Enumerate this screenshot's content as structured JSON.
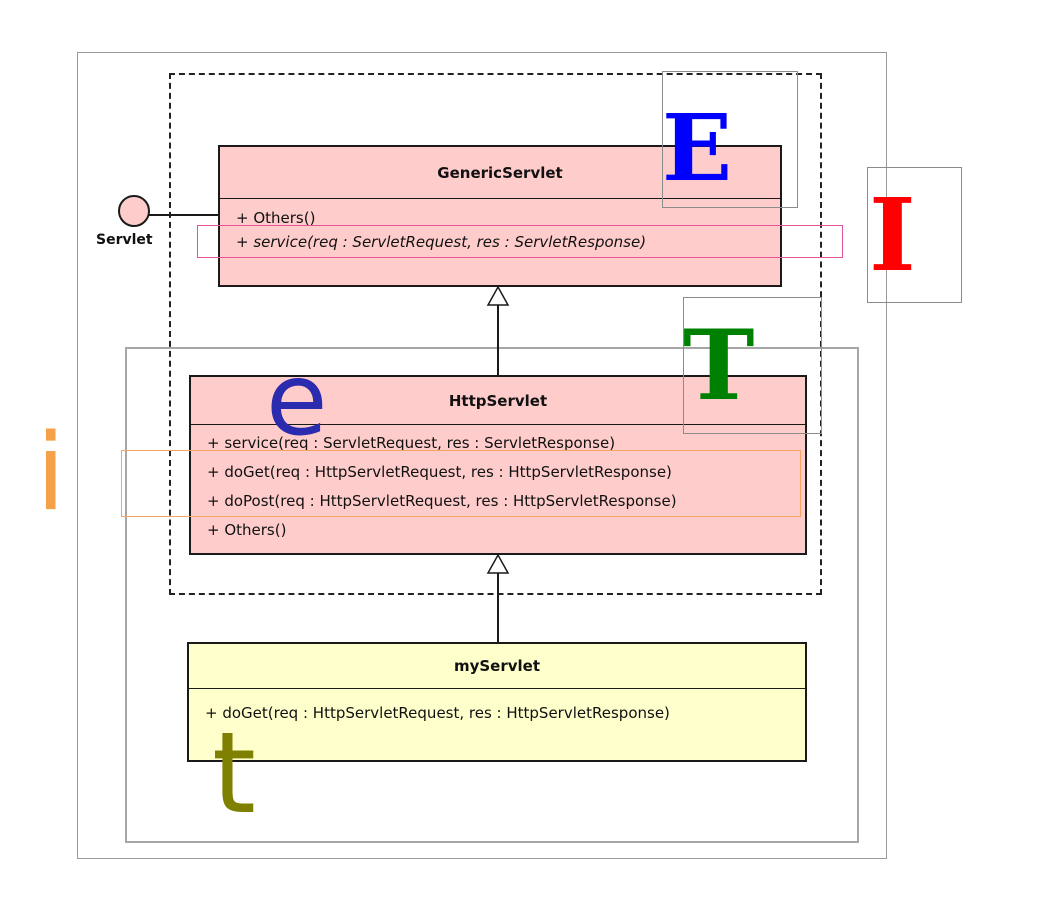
{
  "interface": {
    "label": "Servlet"
  },
  "classes": {
    "generic_servlet": {
      "name": "GenericServlet",
      "operations": [
        "+ Others()",
        "+ service(req : ServletRequest, res : ServletResponse)"
      ]
    },
    "http_servlet": {
      "name": "HttpServlet",
      "operations": [
        "+ service(req : ServletRequest, res : ServletResponse)",
        "+ doGet(req : HttpServletRequest, res : HttpServletResponse)",
        "+ doPost(req : HttpServletRequest, res : HttpServletResponse)",
        "+ Others()"
      ]
    },
    "my_servlet": {
      "name": "myServlet",
      "operations": [
        "+ doGet(req : HttpServletRequest, res : HttpServletResponse)"
      ]
    }
  },
  "letters": {
    "E": {
      "text": "E",
      "color": "#0000ff"
    },
    "I": {
      "text": "I",
      "color": "#ff0000"
    },
    "T": {
      "text": "T",
      "color": "#008000"
    },
    "e": {
      "text": "e",
      "color": "#2b2bb0"
    },
    "i": {
      "text": "i",
      "color": "#f4a14a"
    },
    "t": {
      "text": "t",
      "color": "#808000"
    }
  },
  "colors": {
    "abstract_class_fill": "#ffcccc",
    "concrete_class_fill": "#ffffcc",
    "service_highlight": "#e2559b",
    "doget_dopost_highlight": "#f4a460"
  }
}
